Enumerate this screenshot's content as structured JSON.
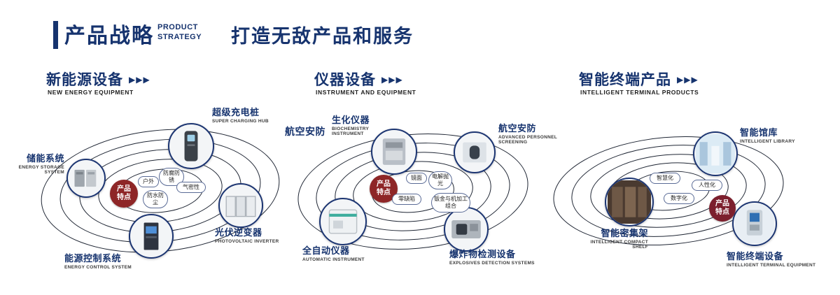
{
  "header": {
    "title": "产品战略",
    "subtitle_line1": "PRODUCT",
    "subtitle_line2": "STRATEGY",
    "slogan": "打造无敌产品和服务"
  },
  "icons": {
    "arrows": "▶▶▶"
  },
  "badge": {
    "line1": "产品",
    "line2": "特点"
  },
  "colors": {
    "navy": "#16336e",
    "badge_red": "#8e2627",
    "badge_maroon": "#7c1f2d"
  },
  "sections": [
    {
      "title": "新能源设备",
      "subtitle": "NEW ENERGY EQUIPMENT",
      "features": [
        "户外",
        "防腐防锈",
        "气密性",
        "防水防尘"
      ],
      "products": [
        {
          "name": "储能系统",
          "en": "ENERGY STORAGE SYSTEM"
        },
        {
          "name": "超级充电桩",
          "en": "SUPER CHARGING HUB"
        },
        {
          "name": "光伏逆变器",
          "en": "PHOTOVOLTAIC INVERTER"
        },
        {
          "name": "能源控制系统",
          "en": "ENERGY CONTROL SYSTEM"
        }
      ]
    },
    {
      "title": "仪器设备",
      "subtitle": "INSTRUMENT AND EQUIPMENT",
      "extra_label": "航空安防",
      "features": [
        "镜面",
        "电解抛光",
        "零缺陷",
        "钣金与机加工组合"
      ],
      "products": [
        {
          "name": "生化仪器",
          "en": "BIOCHEMISTRY INSTRUMENT"
        },
        {
          "name": "航空安防",
          "en": "ADVANCED PERSONNEL SCREENING"
        },
        {
          "name": "全自动仪器",
          "en": "AUTOMATIC INSTRUMENT"
        },
        {
          "name": "爆炸物检测设备",
          "en": "EXPLOSIVES DETECTION SYSTEMS"
        }
      ]
    },
    {
      "title": "智能终端产品",
      "subtitle": "INTELLIGENT TERMINAL PRODUCTS",
      "features": [
        "智慧化",
        "人性化",
        "数字化"
      ],
      "products": [
        {
          "name": "智能馆库",
          "en": "INTELLIGENT LIBRARY"
        },
        {
          "name": "智能密集架",
          "en": "INTELLIGENT COMPACT SHELF"
        },
        {
          "name": "智能终端设备",
          "en": "INTELLIGENT TERMINAL EQUIPMENT"
        }
      ]
    }
  ]
}
